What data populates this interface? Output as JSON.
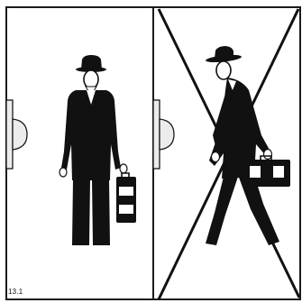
{
  "figure": {
    "label": "13.1",
    "panels": [
      {
        "scene": "man-standing-facing-door",
        "crossed_out": false
      },
      {
        "scene": "man-walking-past-door",
        "crossed_out": true
      }
    ]
  },
  "colors": {
    "ink": "#111111",
    "frame": "#1a1a1a",
    "handle_fill": "#ececec",
    "background": "#ffffff"
  },
  "icons": [
    "door-handle-icon",
    "hat-icon",
    "briefcase-icon",
    "cross-mark-icon"
  ]
}
